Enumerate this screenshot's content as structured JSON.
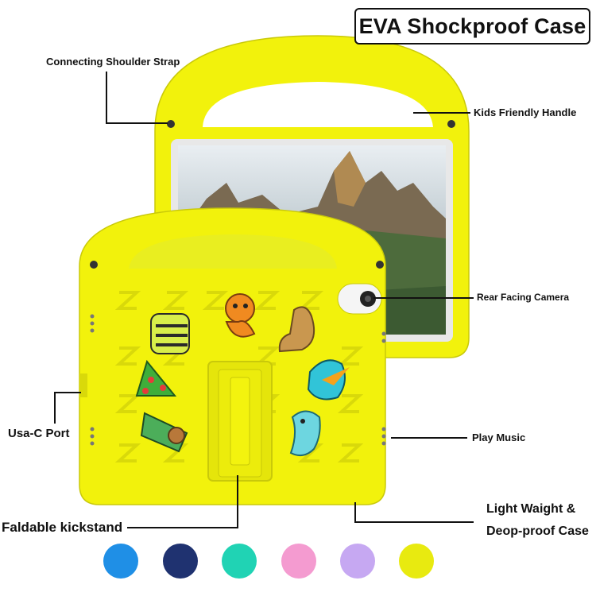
{
  "title": "EVA Shockproof Case",
  "callouts": {
    "shoulder_strap": "Connecting Shoulder Strap",
    "handle": "Kids Friendly Handle",
    "camera": "Rear Facing Camera",
    "usb_port": "Usa-C Port",
    "play_music": "Play Music",
    "kickstand": "Faldable kickstand",
    "light_weight_line1": "Light Waight &",
    "light_weight_line2": "Deop-proof Case"
  },
  "colors": {
    "case_yellow": "#f2f20c",
    "swatches": [
      "#1f8fe6",
      "#1f3270",
      "#20d3b4",
      "#f49bd0",
      "#c6a8f2",
      "#e8ea10"
    ]
  },
  "swatch_names": [
    "sky-blue",
    "navy",
    "teal",
    "pink",
    "lavender",
    "yellow"
  ]
}
